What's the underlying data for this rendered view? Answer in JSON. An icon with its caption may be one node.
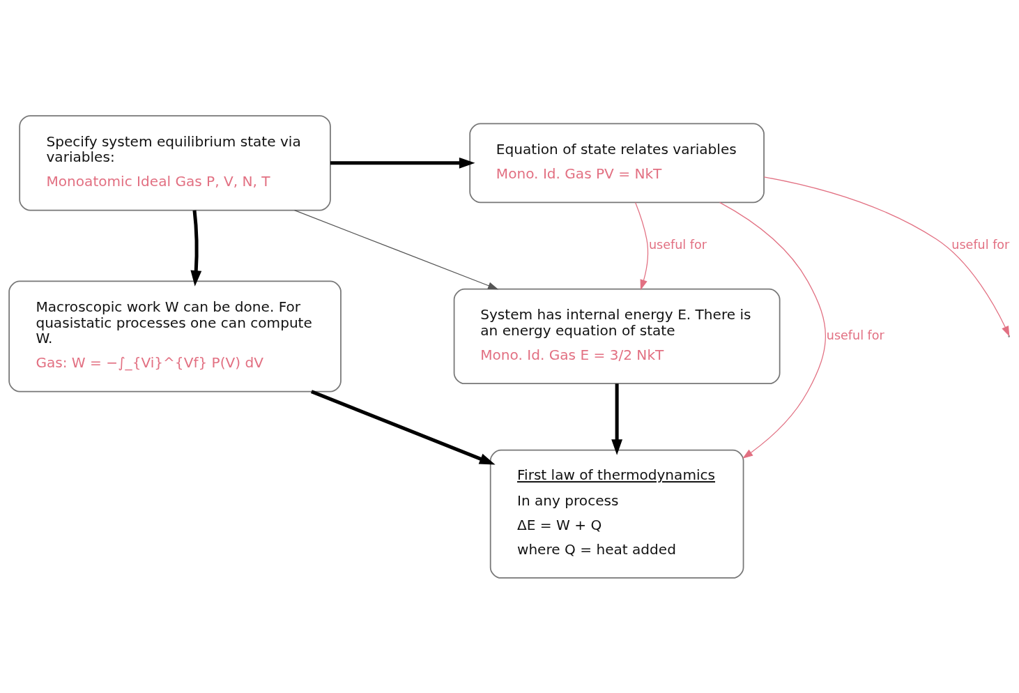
{
  "diagram": {
    "nodes": [
      {
        "text": [
          "Specify system equilibrium state via variables:",
          "Monoatomic Ideal Gas P, V, N, T"
        ]
      },
      {
        "text": [
          "Equation of state relates variables",
          "Mono. Id. Gas PV = NkT"
        ]
      },
      {
        "text": [
          "Macroscopic work W can be done. For quasistatic processes one can compute W.",
          "Gas: W = −∫_{Vi}^{Vf} P(V) dV"
        ]
      },
      {
        "text": [
          "System has internal energy E. There is an energy equation of state",
          "Mono. Id. Gas E = 3/2 NkT"
        ]
      },
      {
        "text": [
          "First law of thermodynamics",
          "In any process",
          "ΔE = W + Q",
          "where Q = heat added"
        ]
      }
    ],
    "edges": [
      {
        "from": 0,
        "to": 1,
        "arrow": "to",
        "style": "thick"
      },
      {
        "from": 0,
        "to": 2,
        "arrow": "to",
        "style": "thick"
      },
      {
        "from": 0,
        "to": 3,
        "arrow": "to",
        "color": "#555555"
      },
      {
        "from": 1,
        "to": null,
        "arrow": "to",
        "label": "useful for",
        "color": "#e27082"
      },
      {
        "from": 1,
        "to": 3,
        "arrow": "to",
        "label": "useful for",
        "color": "#e27082"
      },
      {
        "from": 1,
        "to": 4,
        "arrow": "to",
        "label": "useful for",
        "color": "#e27082"
      },
      {
        "from": 2,
        "to": 4,
        "arrow": "to",
        "style": "thick"
      },
      {
        "from": 3,
        "to": 4,
        "arrow": "to",
        "style": "thick"
      }
    ]
  }
}
